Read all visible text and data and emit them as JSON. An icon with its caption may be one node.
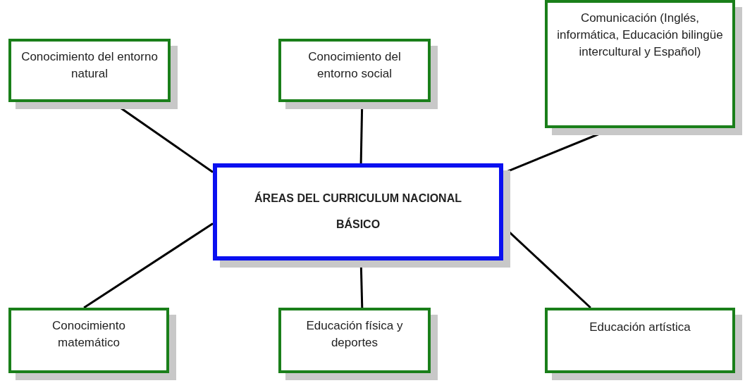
{
  "diagram": {
    "nodes": [
      {
        "text": [
          "ÁREAS DEL CURRICULUM NACIONAL BÁSICO"
        ]
      },
      {
        "text": [
          "Conocimiento del entorno natural"
        ]
      },
      {
        "text": [
          "Conocimiento del entorno social"
        ]
      },
      {
        "text": [
          "Comunicación (Inglés, informática, Educación bilingüe intercultural y Español)"
        ]
      },
      {
        "text": [
          "Conocimiento matemático"
        ]
      },
      {
        "text": [
          "Educación física y deportes"
        ]
      },
      {
        "text": [
          "Educación artística"
        ]
      }
    ],
    "edges": [
      {
        "from": 0,
        "to": 1,
        "arrow": "none"
      },
      {
        "from": 0,
        "to": 2,
        "arrow": "none"
      },
      {
        "from": 0,
        "to": 3,
        "arrow": "none"
      },
      {
        "from": 0,
        "to": 4,
        "arrow": "none"
      },
      {
        "from": 0,
        "to": 5,
        "arrow": "none"
      },
      {
        "from": 0,
        "to": 6,
        "arrow": "none"
      }
    ]
  }
}
